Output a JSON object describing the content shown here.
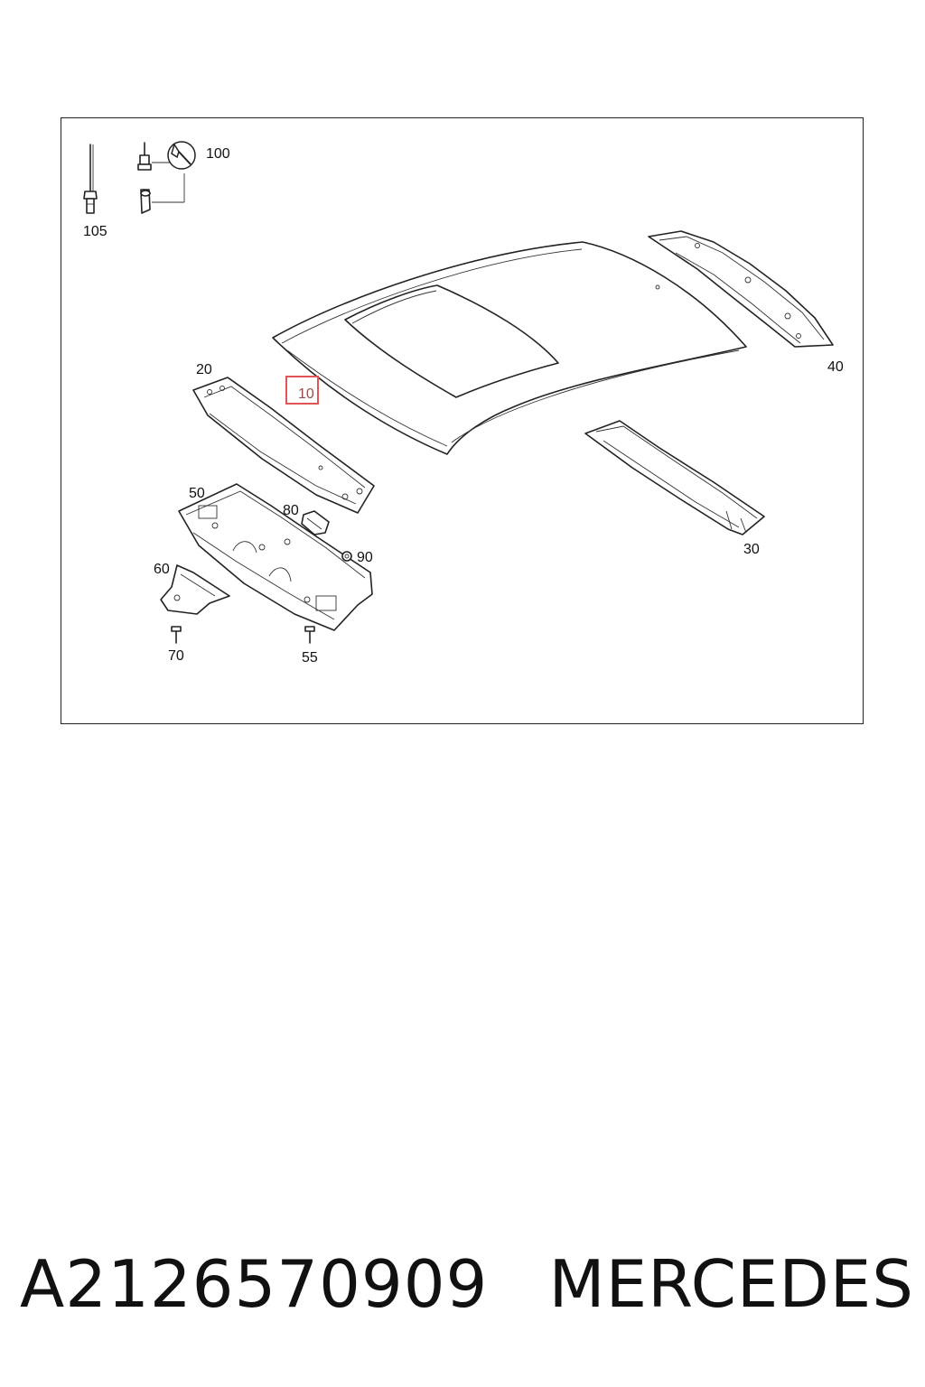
{
  "diagram": {
    "callouts": {
      "c105": "105",
      "c100": "100",
      "c10": "10",
      "c20": "20",
      "c30": "30",
      "c40": "40",
      "c50": "50",
      "c55": "55",
      "c60": "60",
      "c70": "70",
      "c80": "80",
      "c90": "90"
    },
    "highlight_color": "#e05555"
  },
  "caption": {
    "part_number": "A2126570909",
    "brand": "MERCEDES"
  }
}
